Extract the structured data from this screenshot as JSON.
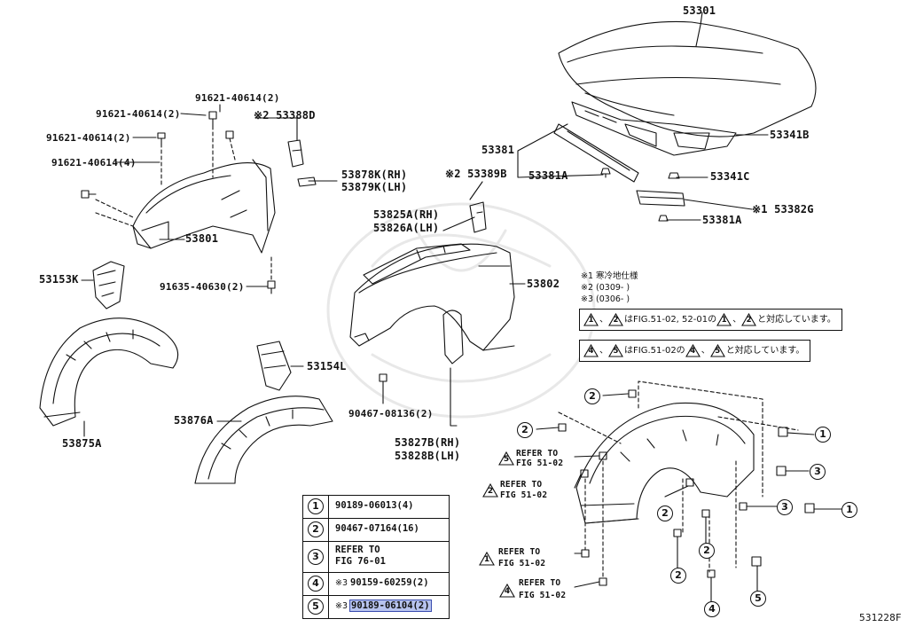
{
  "diagram_id": "531228F",
  "callouts": {
    "hood": "53301",
    "hood_seal_rr": "53341B",
    "hood_seal_cushion": "53341C",
    "hood_seal_front": "53381",
    "hood_seal_front_a": "53381A",
    "hood_seal_front_a2": "53381A",
    "hood_seal_cold": "※1 53382G",
    "bolt_top": "91621-40614(2)",
    "bolt_left1": "91621-40614(2)",
    "bolt_left2": "91621-40614(2)",
    "bolt_left3": "91621-40614(4)",
    "bolt_bottom": "91635-40630(2)",
    "bracket_388d": "※2 53388D",
    "bracket_878k": "53878K(RH)",
    "bracket_879k": "53879K(LH)",
    "apron_801": "53801",
    "seal_389b": "※2 53389B",
    "panel_825a": "53825A(RH)",
    "panel_826a": "53826A(LH)",
    "fender_802": "53802",
    "seal_153k": "53153K",
    "seal_154l": "53154L",
    "clip_90467": "90467-08136(2)",
    "seal_827b": "53827B(RH)",
    "seal_828b": "53828B(LH)",
    "liner_875a": "53875A",
    "liner_876a": "53876A"
  },
  "notes": {
    "n1": "※1 寒冷地仕様",
    "n2": "※2 (0309-        )",
    "n3": "※3 (0306-        )",
    "box1_text": "はFIG.51-02, 52-01の",
    "box1_tail": "と対応しています。",
    "box2_text": "はFIG.51-02の",
    "box2_tail": "と対応しています。",
    "sep": "、"
  },
  "refs": {
    "r1a": "REFER TO",
    "r1b": "FIG 51-02",
    "r2a": "REFER TO",
    "r2b": "FIG 51-02",
    "r3a": "REFER TO",
    "r3b": "FIG 51-02",
    "r4a": "REFER TO",
    "r4b": "FIG 51-02"
  },
  "markers": [
    "1",
    "2",
    "3",
    "4",
    "5"
  ],
  "legend": [
    {
      "num": "1",
      "prefix": "",
      "text": "90189-06013(4)"
    },
    {
      "num": "2",
      "prefix": "",
      "text": "90467-07164(16)"
    },
    {
      "num": "3",
      "prefix": "",
      "text": "REFER TO",
      "text2": "FIG 76-01"
    },
    {
      "num": "4",
      "prefix": "※3",
      "text": "90159-60259(2)"
    },
    {
      "num": "5",
      "prefix": "※3",
      "text": "90189-06104(2)",
      "highlight": true
    }
  ]
}
